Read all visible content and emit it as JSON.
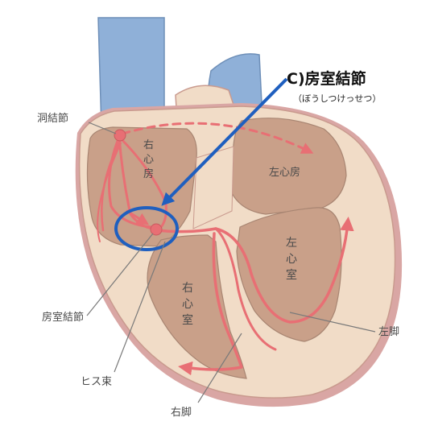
{
  "callout": {
    "title": "C)房室結節",
    "reading": "（ぼうしつけっせつ）"
  },
  "labels": {
    "sinoatrial_node": "洞結節",
    "right_atrium_1": "右",
    "right_atrium_2": "心",
    "right_atrium_3": "房",
    "left_atrium": "左心房",
    "left_ventricle_1": "左",
    "left_ventricle_2": "心",
    "left_ventricle_3": "室",
    "right_ventricle_1": "右",
    "right_ventricle_2": "心",
    "right_ventricle_3": "室",
    "av_node": "房室結節",
    "his_bundle": "ヒス束",
    "left_bundle": "左脚",
    "right_bundle": "右脚"
  },
  "colors": {
    "vessel": "#8fb0d8",
    "muscle_outer": "#f1dcc7",
    "muscle_edge": "#d9a6a4",
    "chamber": "#c9a089",
    "conduction": "#e86f74",
    "highlight": "#1f5fbf",
    "leader": "#7a7a7a"
  }
}
